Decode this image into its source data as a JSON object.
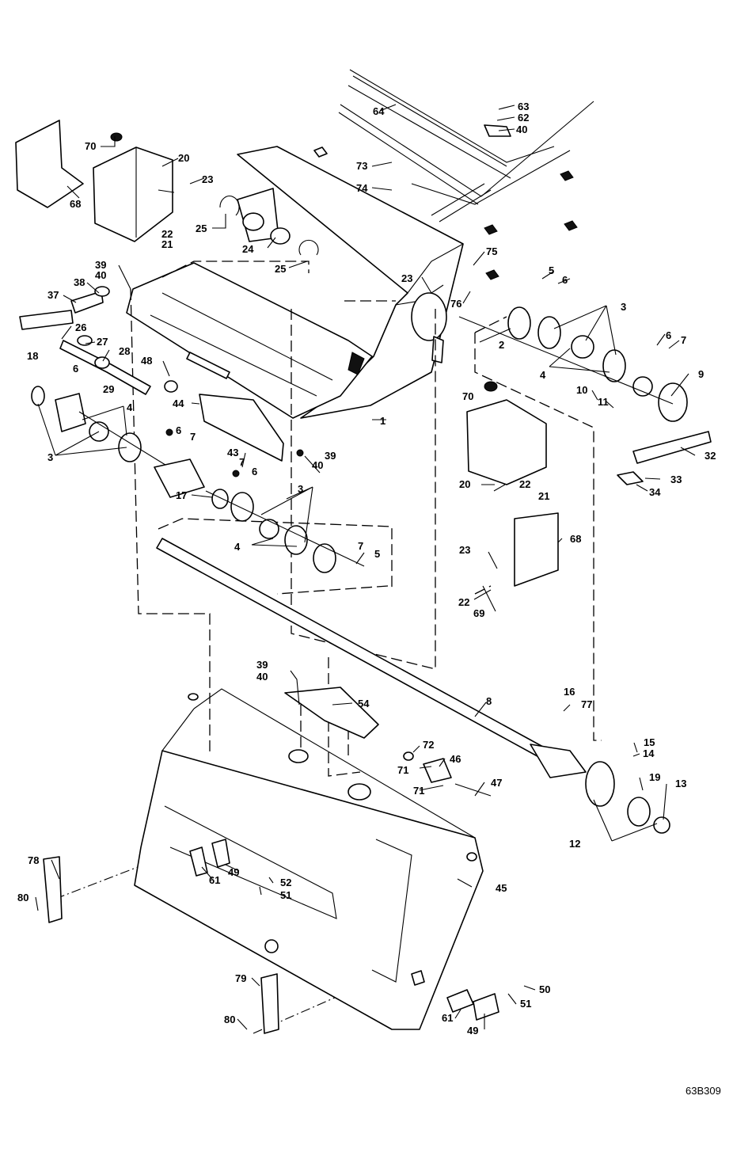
{
  "drawing_code": "63B309",
  "callouts": [
    "1",
    "2",
    "3",
    "3",
    "3",
    "4",
    "4",
    "4",
    "5",
    "5",
    "6",
    "6",
    "6",
    "6",
    "6",
    "7",
    "7",
    "7",
    "7",
    "8",
    "9",
    "10",
    "11",
    "12",
    "13",
    "14",
    "15",
    "16",
    "17",
    "18",
    "19",
    "20",
    "20",
    "21",
    "21",
    "22",
    "22",
    "22",
    "23",
    "23",
    "23",
    "24",
    "25",
    "25",
    "26",
    "27",
    "28",
    "29",
    "32",
    "33",
    "34",
    "37",
    "38",
    "39",
    "39",
    "39",
    "40",
    "40",
    "40",
    "40",
    "43",
    "44",
    "45",
    "46",
    "47",
    "48",
    "49",
    "49",
    "50",
    "51",
    "51",
    "52",
    "54",
    "61",
    "61",
    "62",
    "63",
    "64",
    "68",
    "68",
    "69",
    "70",
    "70",
    "71",
    "71",
    "72",
    "73",
    "74",
    "75",
    "76",
    "77",
    "78",
    "79",
    "80",
    "80"
  ]
}
